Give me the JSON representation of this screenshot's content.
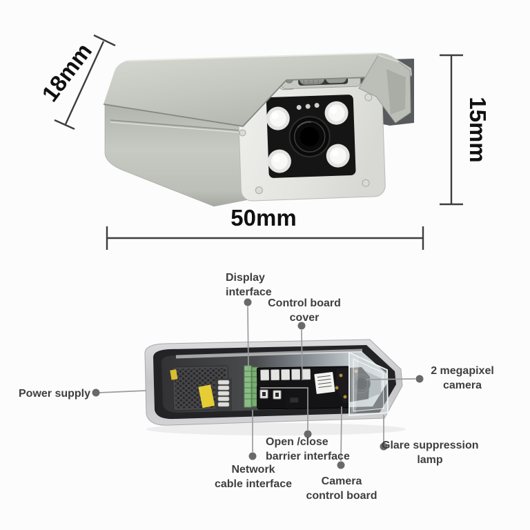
{
  "dimensions": {
    "depth_label": "18mm",
    "height_label": "15mm",
    "width_label": "50mm"
  },
  "callouts": {
    "display_interface": {
      "line1": "Display",
      "line2": "interface"
    },
    "control_board_cover": {
      "line1": "Control board",
      "line2": "cover"
    },
    "power_supply": {
      "line1": "Power supply"
    },
    "megapixel_camera": {
      "line1": "2 megapixel",
      "line2": "camera"
    },
    "open_close_barrier": {
      "line1": "Open /close",
      "line2": "barrier interface"
    },
    "network_cable": {
      "line1": "Network",
      "line2": "cable interface"
    },
    "camera_control_board": {
      "line1": "Camera",
      "line2": "control board"
    },
    "glare_lamp": {
      "line1": "Glare suppression",
      "line2": "lamp"
    }
  },
  "colors": {
    "background": "#fcfcfc",
    "camera_housing": "#c3c6be",
    "front_panel": "#e7e8e4",
    "led_window": "#151515",
    "leader_line": "#9b9b9b",
    "leader_dot": "#696969",
    "label_text": "#3e3e3e",
    "dimension_text": "#101010",
    "power_label_yellow": "#e7cd35",
    "terminal_green": "#8cbc86"
  }
}
